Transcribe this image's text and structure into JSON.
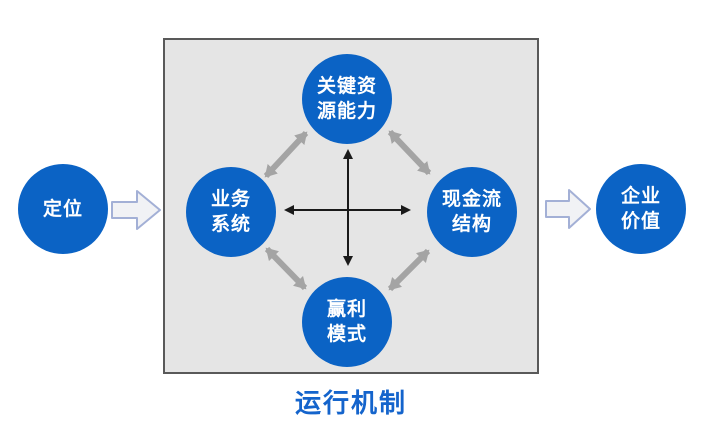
{
  "diagram": {
    "caption": "运行机制",
    "nodes": {
      "positioning": {
        "label": "定位"
      },
      "key_resource_capability": {
        "line1": "关键资",
        "line2": "源能力"
      },
      "business_system": {
        "line1": "业务",
        "line2": "系统"
      },
      "cash_flow_structure": {
        "line1": "现金流",
        "line2": "结构"
      },
      "profit_model": {
        "line1": "赢利",
        "line2": "模式"
      },
      "enterprise_value": {
        "line1": "企业",
        "line2": "价值"
      }
    },
    "colors": {
      "node_blue": "#0b63c5",
      "node_text": "#ffffff",
      "caption_blue": "#1464cc",
      "panel_fill": "#e5e5e5",
      "panel_border": "#595959",
      "diagonal_arrow_gray": "#a4a4a4",
      "cross_arrow_black": "#1a1a1a",
      "block_arrow_fill": "#f1f2f5",
      "block_arrow_border": "#a3b0d6"
    }
  }
}
